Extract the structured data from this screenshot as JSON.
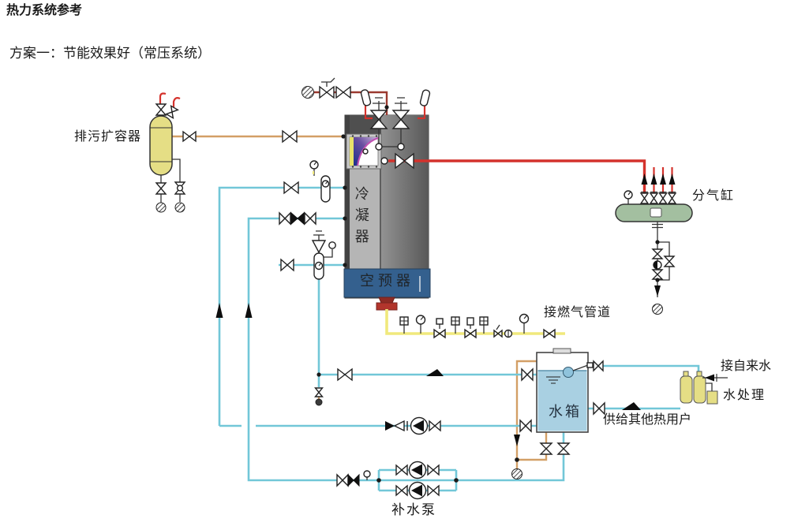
{
  "page": {
    "title": "热力系统参考",
    "subtitle": "方案一：节能效果好（常压系统）"
  },
  "labels": {
    "blowdown_vessel": "排污扩容器",
    "condenser": "冷凝器",
    "air_preheater": "空预器",
    "steam_header": "分气缸",
    "gas_pipe": "接燃气管道",
    "water_tank": "水箱",
    "tap_water": "接自来水",
    "water_treatment": "水处理",
    "other_heat_users": "供给其他热用户",
    "makeup_pump": "补水泵"
  },
  "icons": {
    "valve": "bowtie",
    "check_valve": "half-filled-bowtie",
    "pump": "circle-with-triangle",
    "gauge": "circle-with-needle",
    "instrument": "square-with-cross",
    "drain": "hatched-circle",
    "silencer": "hatched-circle",
    "flow_arrow": "filled-triangle",
    "safety_valve": "hourglass-with-tee",
    "steam_trap": "half-filled-circle"
  },
  "colors": {
    "pipe_water": "#72c7d8",
    "pipe_steam": "#d4322c",
    "pipe_exhaust": "#9b3a30",
    "pipe_gas": "#f0e97c",
    "pipe_drain": "#d39f66",
    "vessel_yellow": "#e5de85",
    "header_green": "#a3bfa0",
    "tank_water": "#a9d0e2",
    "boiler_dark": "#5f5f5f",
    "boiler_panel": "#b5b5b5",
    "preheater_blue": "#34608e",
    "burner_red": "#b2352c"
  }
}
